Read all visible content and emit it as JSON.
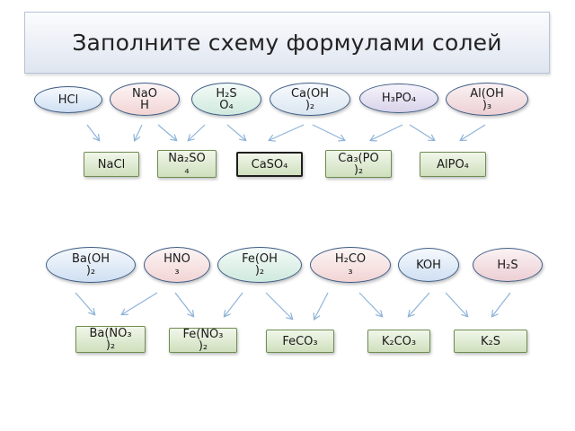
{
  "title": "Заполните схему формулами солей",
  "row1": {
    "bases": [
      {
        "text": "HCl",
        "fill": "c-blue"
      },
      {
        "text": "NaO\nH",
        "fill": "c-pink"
      },
      {
        "text": "H₂S\nO₄",
        "fill": "c-mint"
      },
      {
        "text": "Ca(OH\n)₂",
        "fill": "c-ice"
      },
      {
        "text": "H₃PO₄",
        "fill": "c-purple"
      },
      {
        "text": "Al(OH\n)₃",
        "fill": "c-dpink"
      }
    ],
    "salts": [
      {
        "text": "NaCl"
      },
      {
        "text": "Na₂SO\n₄"
      },
      {
        "text": "CaSO₄"
      },
      {
        "text": "Ca₃(PO\n)₂"
      },
      {
        "text": "AlPO₄"
      }
    ]
  },
  "row2": {
    "bases": [
      {
        "text": "Ba(OH\n)₂",
        "fill": "c-blue"
      },
      {
        "text": "HNO\n₃",
        "fill": "c-pink"
      },
      {
        "text": "Fe(OH\n)₂",
        "fill": "c-mint"
      },
      {
        "text": "H₂CO\n₃",
        "fill": "c-pink"
      },
      {
        "text": "KOH",
        "fill": "c-blue"
      },
      {
        "text": "H₂S",
        "fill": "c-dpink"
      }
    ],
    "salts": [
      {
        "text": "Ba(NO₃\n)₂"
      },
      {
        "text": "Fe(NO₃\n)₂"
      },
      {
        "text": "FeCO₃"
      },
      {
        "text": "K₂CO₃"
      },
      {
        "text": "K₂S"
      }
    ]
  },
  "colors": {
    "arrow": "#8fb3d9",
    "oval_border": "#3f5e86",
    "rect_border": "#6f8d52"
  }
}
